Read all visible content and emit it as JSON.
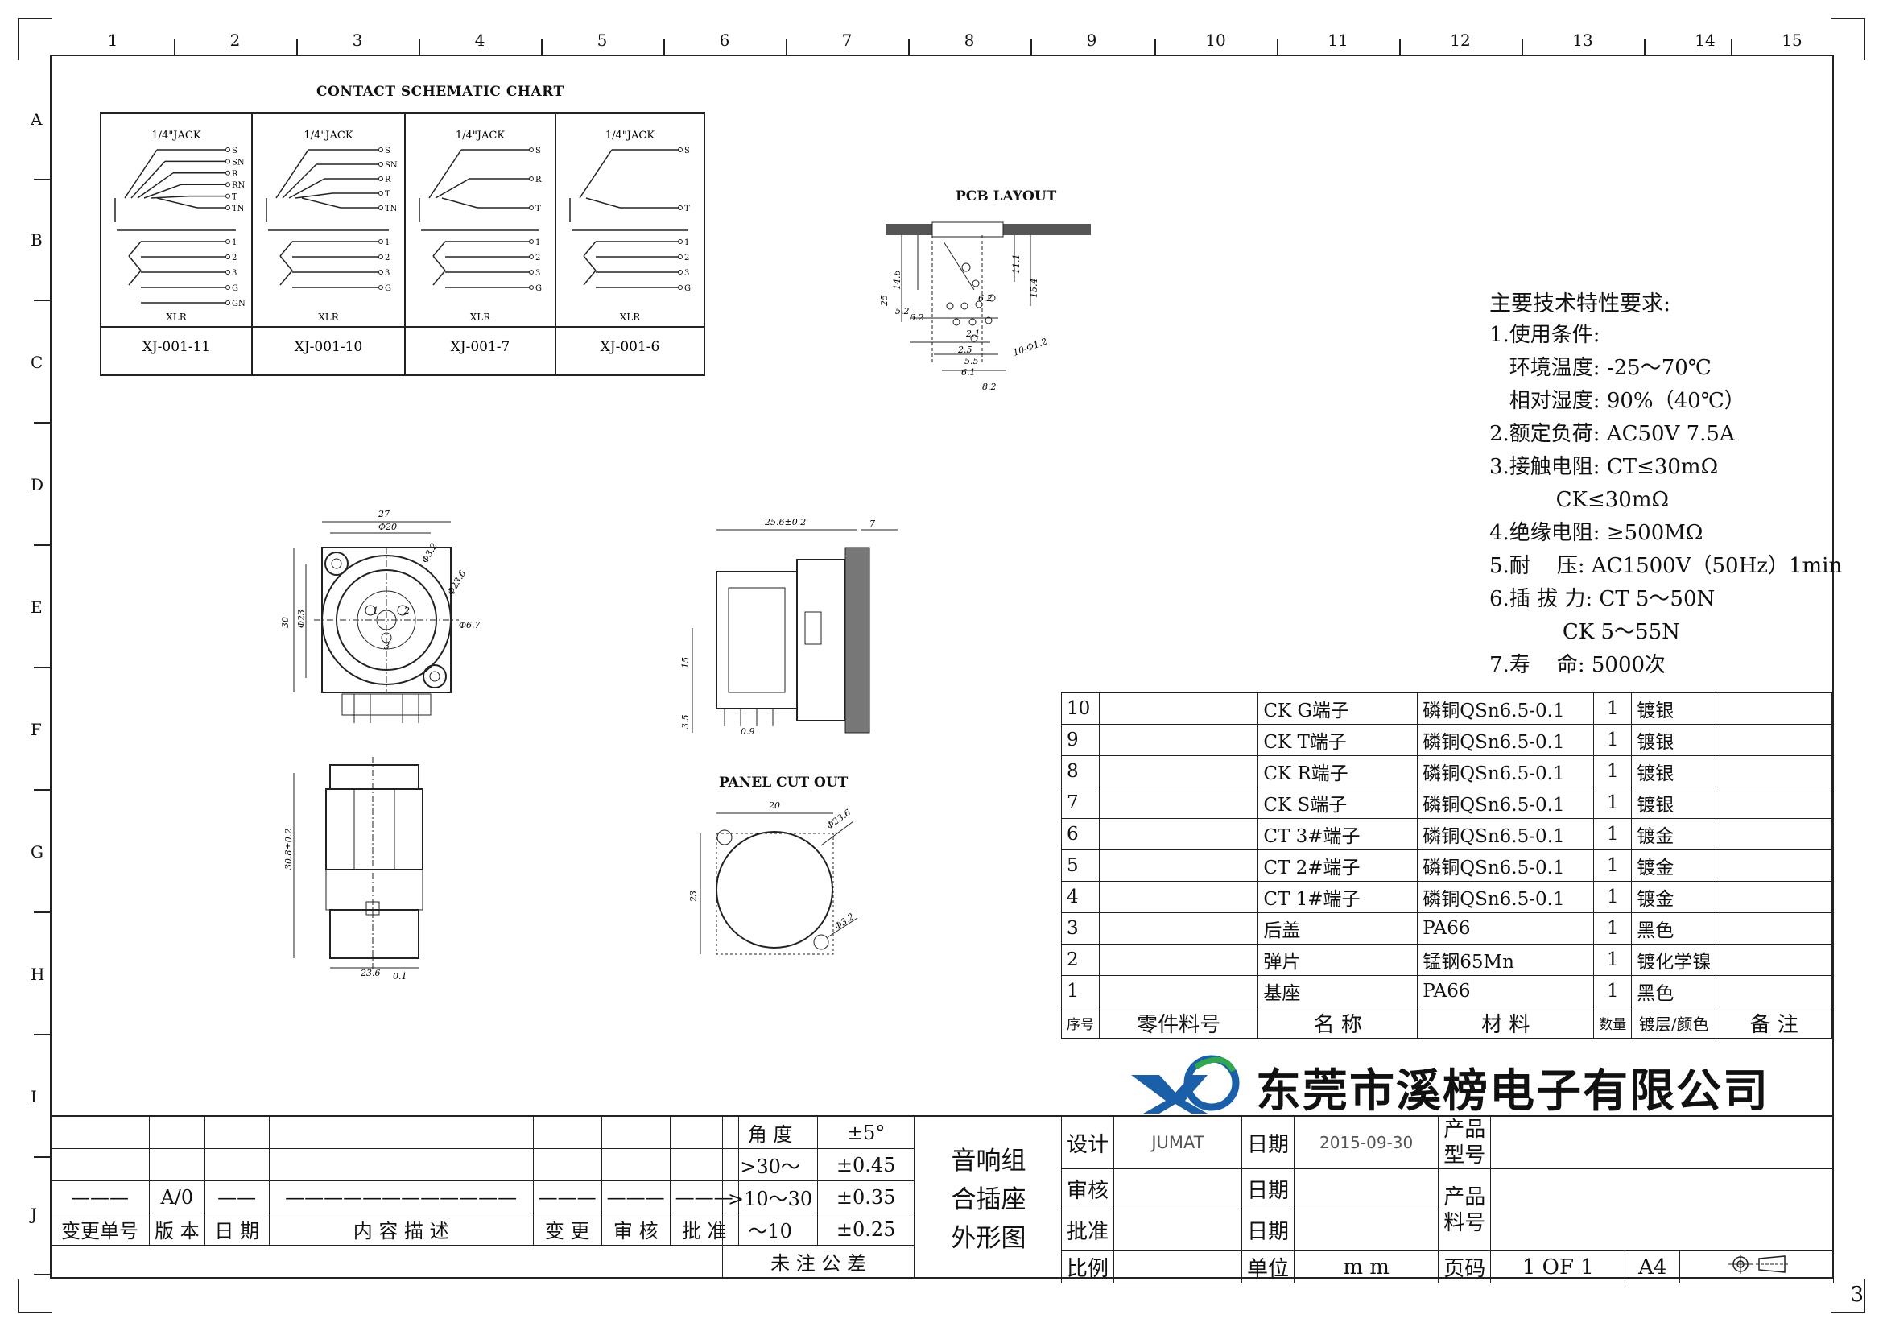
{
  "border": {
    "columns": [
      "1",
      "2",
      "3",
      "4",
      "5",
      "6",
      "7",
      "8",
      "9",
      "10",
      "11",
      "12",
      "13",
      "14",
      "15"
    ],
    "rows": [
      "A",
      "B",
      "C",
      "D",
      "E",
      "F",
      "G",
      "H",
      "I",
      "J"
    ],
    "sheet_mark": "3"
  },
  "schematic": {
    "title": "CONTACT SCHEMATIC CHART",
    "jack_label": "1/4\"JACK",
    "xlr_label": "XLR",
    "models": [
      "XJ-001-11",
      "XJ-001-10",
      "XJ-001-7",
      "XJ-001-6"
    ],
    "pins_11": [
      "S",
      "SN",
      "R",
      "RN",
      "T",
      "TN"
    ],
    "pins_10": [
      "S",
      "SN",
      "R",
      "T",
      "TN"
    ],
    "pins_7": [
      "S",
      "R",
      "T"
    ],
    "pins_6": [
      "S",
      "T"
    ],
    "xlr_pins_a": [
      "1",
      "2",
      "3",
      "G",
      "GN"
    ],
    "xlr_pins_b": [
      "1",
      "2",
      "3",
      "G"
    ]
  },
  "pcb": {
    "title": "PCB LAYOUT",
    "dims": [
      "14.6",
      "25",
      "11.1",
      "15.4",
      "5.2",
      "6.2",
      "6.2",
      "2.1",
      "2.5",
      "5.5",
      "6.1",
      "8.2",
      "10-Φ1.2"
    ]
  },
  "panel": {
    "title": "PANEL CUT OUT",
    "dims": [
      "20",
      "23",
      "Φ23.6",
      "Φ3.2"
    ]
  },
  "front_view": {
    "dims": [
      "27",
      "Φ20",
      "30",
      "Φ3.2",
      "Φ23.6",
      "Φ6.7",
      "Φ23",
      "1",
      "2",
      "3"
    ]
  },
  "side_view": {
    "dims": [
      "25.6±0.2",
      "7",
      "15",
      "3.5",
      "0.9"
    ]
  },
  "bottom_view": {
    "dims": [
      "30.8±0.2",
      "23.6",
      "0.1"
    ]
  },
  "tech": {
    "heading": "主要技术特性要求:",
    "lines": [
      "1.使用条件:",
      "   环境温度: -25～70℃",
      "   相对湿度: 90%（40℃）",
      "2.额定负荷: AC50V 7.5A",
      "3.接触电阻: CT≤30mΩ",
      "          CK≤30mΩ",
      "4.绝缘电阻: ≥500MΩ",
      "5.耐    压: AC1500V（50Hz）1min",
      "6.插 拔 力: CT 5～50N",
      "           CK 5～55N",
      "7.寿    命: 5000次"
    ]
  },
  "bom": {
    "rows": [
      {
        "no": "10",
        "code": "",
        "name": "CK G端子",
        "material": "磷铜QSn6.5-0.1",
        "qty": "1",
        "finish": "镀银",
        "note": ""
      },
      {
        "no": "9",
        "code": "",
        "name": "CK T端子",
        "material": "磷铜QSn6.5-0.1",
        "qty": "1",
        "finish": "镀银",
        "note": ""
      },
      {
        "no": "8",
        "code": "",
        "name": "CK R端子",
        "material": "磷铜QSn6.5-0.1",
        "qty": "1",
        "finish": "镀银",
        "note": ""
      },
      {
        "no": "7",
        "code": "",
        "name": "CK S端子",
        "material": "磷铜QSn6.5-0.1",
        "qty": "1",
        "finish": "镀银",
        "note": ""
      },
      {
        "no": "6",
        "code": "",
        "name": "CT 3#端子",
        "material": "磷铜QSn6.5-0.1",
        "qty": "1",
        "finish": "镀金",
        "note": ""
      },
      {
        "no": "5",
        "code": "",
        "name": "CT 2#端子",
        "material": "磷铜QSn6.5-0.1",
        "qty": "1",
        "finish": "镀金",
        "note": ""
      },
      {
        "no": "4",
        "code": "",
        "name": "CT 1#端子",
        "material": "磷铜QSn6.5-0.1",
        "qty": "1",
        "finish": "镀金",
        "note": ""
      },
      {
        "no": "3",
        "code": "",
        "name": "后盖",
        "material": "PA66",
        "qty": "1",
        "finish": "黑色",
        "note": ""
      },
      {
        "no": "2",
        "code": "",
        "name": "弹片",
        "material": "锰钢65Mn",
        "qty": "1",
        "finish": "镀化学镍",
        "note": ""
      },
      {
        "no": "1",
        "code": "",
        "name": "基座",
        "material": "PA66",
        "qty": "1",
        "finish": "黑色",
        "note": ""
      }
    ],
    "header": {
      "no": "序号",
      "code": "零件料号",
      "name": "名    称",
      "material": "材        料",
      "qty": "数量",
      "finish": "镀层/颜色",
      "note": "备  注"
    }
  },
  "company": {
    "name": "东莞市溪榜电子有限公司",
    "logo_colors": [
      "#1a5fa8",
      "#2fa84f"
    ]
  },
  "revision": {
    "row_label": "———",
    "version": "A/0",
    "date_dash": "——",
    "desc_dash": "————————————",
    "dash": "———",
    "headers": [
      "变更单号",
      "版 本",
      "日 期",
      "内 容 描 述",
      "变 更",
      "审 核",
      "批 准"
    ]
  },
  "tolerance": {
    "rows": [
      {
        "label": "角  度",
        "value": "±5°"
      },
      {
        "label": ">30～",
        "value": "±0.45"
      },
      {
        "label": ">10～30",
        "value": "±0.35"
      },
      {
        "label": "～10",
        "value": "±0.25"
      }
    ],
    "footer": "未 注 公 差"
  },
  "product_title": [
    "音响组",
    "合插座",
    "外形图"
  ],
  "titleblock": {
    "design_label": "设计",
    "design_value": "JUMAT",
    "date_label": "日期",
    "date_value": "2015-09-30",
    "model_label": "产品型号",
    "model_value": "",
    "check_label": "审核",
    "check_date_label": "日期",
    "approve_label": "批准",
    "approve_date_label": "日期",
    "partno_label": "产品料号",
    "partno_value": "",
    "scale_label": "比例",
    "unit_label": "单位",
    "unit_value": "m m",
    "page_label": "页码",
    "page_value": "1 OF 1",
    "size_value": "A4"
  }
}
